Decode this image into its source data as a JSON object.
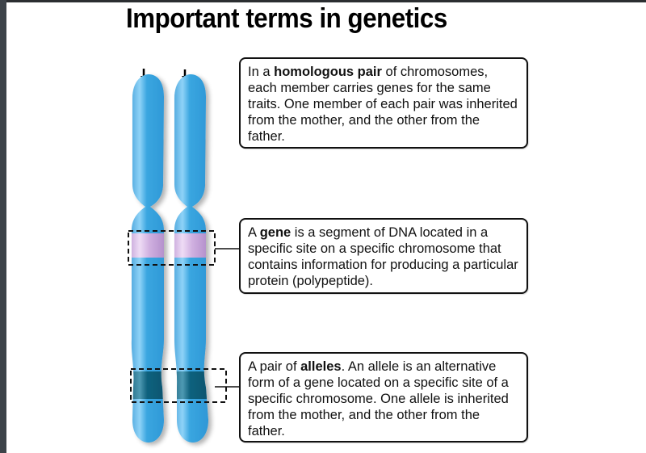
{
  "title": "Important terms in genetics",
  "colors": {
    "chromosome": "#3aa6e0",
    "chromosome_highlight": "#bfe6fa",
    "chromosome_shadow": "#1d7fb8",
    "gene_band": "#c9a6d9",
    "allele_band": "#0f5f7a",
    "frame": "#3d4349"
  },
  "callouts": [
    {
      "id": "homologous",
      "prefix": "In a ",
      "term": "homologous pair",
      "suffix": " of chromosomes, each member carries genes for the same traits. One member of each pair was inherited from the mother, and the other from the father."
    },
    {
      "id": "gene",
      "prefix": "A ",
      "term": "gene",
      "suffix": " is a segment of DNA located in a specific site on a specific chromosome that contains information for producing a particular protein (polypeptide)."
    },
    {
      "id": "alleles",
      "prefix": "A pair of ",
      "term": "alleles",
      "suffix": ". An allele is an alternative form of a gene located on a specific site of a specific chromosome. One allele is inherited from the mother, and the other from the father."
    }
  ]
}
